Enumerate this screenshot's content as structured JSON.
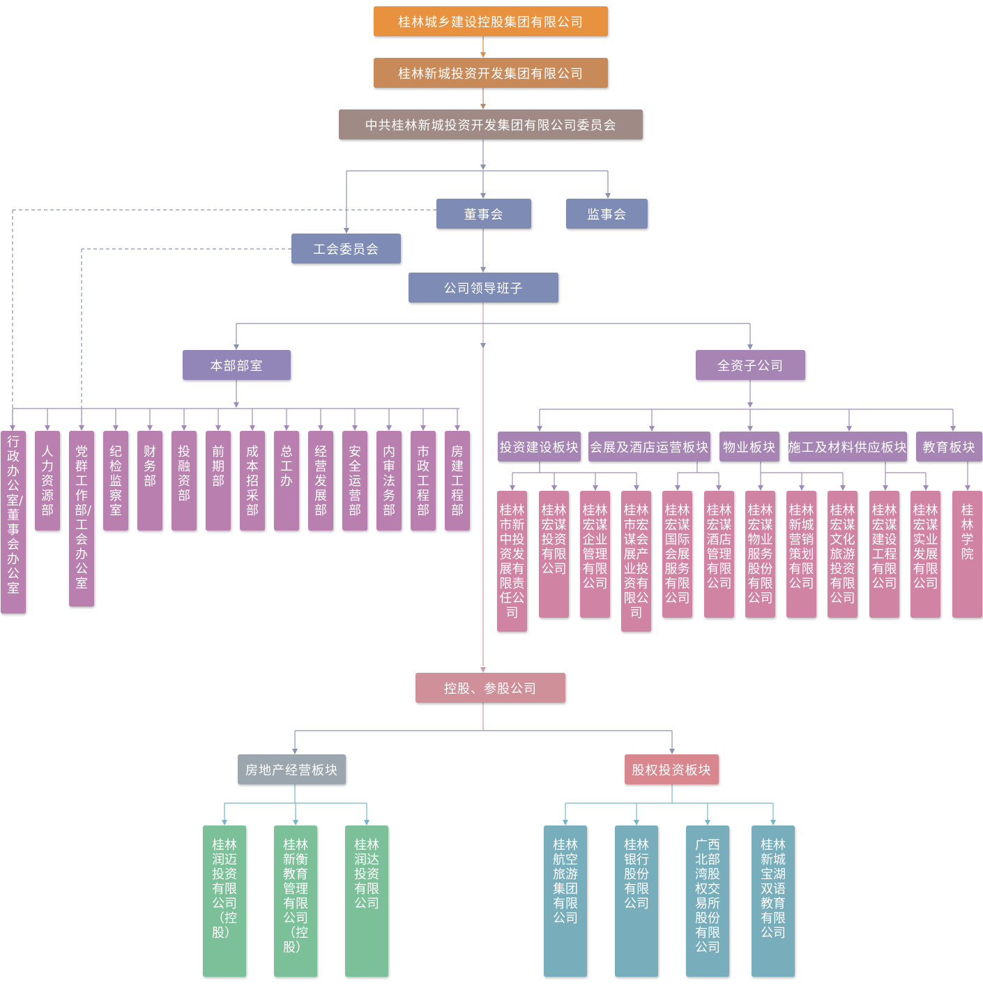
{
  "top": {
    "group": "桂林城乡建设控股集团有限公司",
    "company": "桂林新城投资开发集团有限公司",
    "party": "中共桂林新城投资开发集团有限公司委员会"
  },
  "governance": {
    "board": "董事会",
    "supervisors": "监事会",
    "union": "工会委员会",
    "leadership": "公司领导班子"
  },
  "hq": {
    "title": "本部部室",
    "departments": [
      "行政办公室/董事会办公室",
      "人力资源部",
      "党群工作部/工会办公室",
      "纪检监察室",
      "财务部",
      "投融资部",
      "前期部",
      "成本招采部",
      "总工办",
      "经营发展部",
      "安全运营部",
      "内审法务部",
      "市政工程部",
      "房建工程部"
    ]
  },
  "subsidiaries": {
    "title": "全资子公司",
    "segments": [
      {
        "name": "投资建设板块",
        "companies": [
          "桂林市新中投资发展有限责任公司",
          "桂林宏谋投资有限公司",
          "桂林宏谋企业管理有限公司",
          "桂林市宏谋会展产业投资有限公司"
        ]
      },
      {
        "name": "会展及酒店运营板块",
        "companies": [
          "桂林宏谋国际会展服务有限公司",
          "桂林宏谋酒店管理有限公司"
        ]
      },
      {
        "name": "物业板块",
        "companies": [
          "桂林宏谋物业服务股份有限公司",
          "桂林新城营销策划有限公司",
          "桂林宏谋文化旅游投资有限公司"
        ]
      },
      {
        "name": "施工及材料供应板块",
        "companies": [
          "桂林宏谋建设工程有限公司",
          "桂林宏谋实业发展有限公司"
        ]
      },
      {
        "name": "教育板块",
        "companies": [
          "桂林学院"
        ]
      }
    ]
  },
  "holdings": {
    "title": "控股、参股公司",
    "real_estate": {
      "name": "房地产经营板块",
      "companies": [
        "桂林润迈投资有限公司（控股）",
        "桂林新衡教育管理有限公司（控股）",
        "桂林润达投资有限公司"
      ]
    },
    "equity": {
      "name": "股权投资板块",
      "companies": [
        "桂林航空旅游集团有限公司",
        "桂林银行股份有限公司",
        "广西北部湾股权交易所股份有限公司",
        "桂林新城宝湖双语教育有限公司"
      ]
    }
  }
}
